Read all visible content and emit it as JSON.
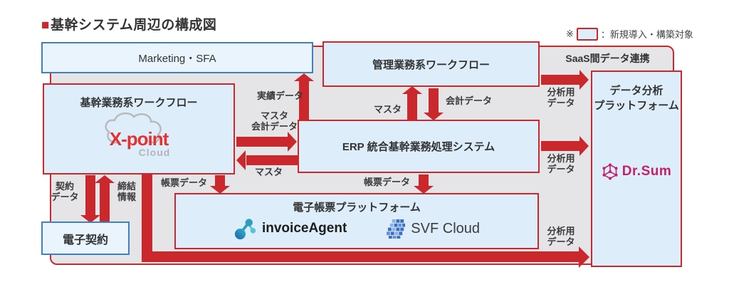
{
  "title": {
    "marker": "■",
    "text": "基幹システム周辺の構成図"
  },
  "legend": {
    "prefix": "※",
    "suffix": "：新規導入・構築対象"
  },
  "saas_label": "SaaS間データ連携",
  "nodes": {
    "marketing": {
      "label": "Marketing・SFA"
    },
    "admin_workflow": {
      "label": "管理業務系ワークフロー"
    },
    "core_workflow": {
      "label": "基幹業務系ワークフロー",
      "logo_main": "X-point",
      "logo_sub": "Cloud"
    },
    "erp": {
      "label": "ERP 統合基幹業務処理システム"
    },
    "edoc_platform": {
      "label": "電子帳票プラットフォーム",
      "logo1": "invoiceAgent",
      "logo2": "SVF Cloud"
    },
    "e_contract": {
      "label": "電子契約"
    },
    "analytics": {
      "label_line1": "データ分析",
      "label_line2": "プラットフォーム",
      "logo": "Dr.Sum"
    }
  },
  "flows": {
    "jisseki": "実績データ",
    "masta_up": "マスタ",
    "kaikei": "会計データ",
    "masta_kaikei_l1": "マスタ",
    "masta_kaikei_l2": "会計データ",
    "masta_left": "マスタ",
    "chohyo1": "帳票データ",
    "chohyo2": "帳票データ",
    "keiyaku_l1": "契約",
    "keiyaku_l2": "データ",
    "teiketsu_l1": "締結",
    "teiketsu_l2": "情報",
    "bunseki_l1": "分析用",
    "bunseki_l2": "データ"
  },
  "colors": {
    "accent_red": "#c9282d",
    "blue_border": "#4080c0",
    "box_fill": "#ddeefa",
    "panel_gray": "#e5e5e7",
    "drsum_magenta": "#c2206e",
    "xpoint_red": "#e23333"
  }
}
